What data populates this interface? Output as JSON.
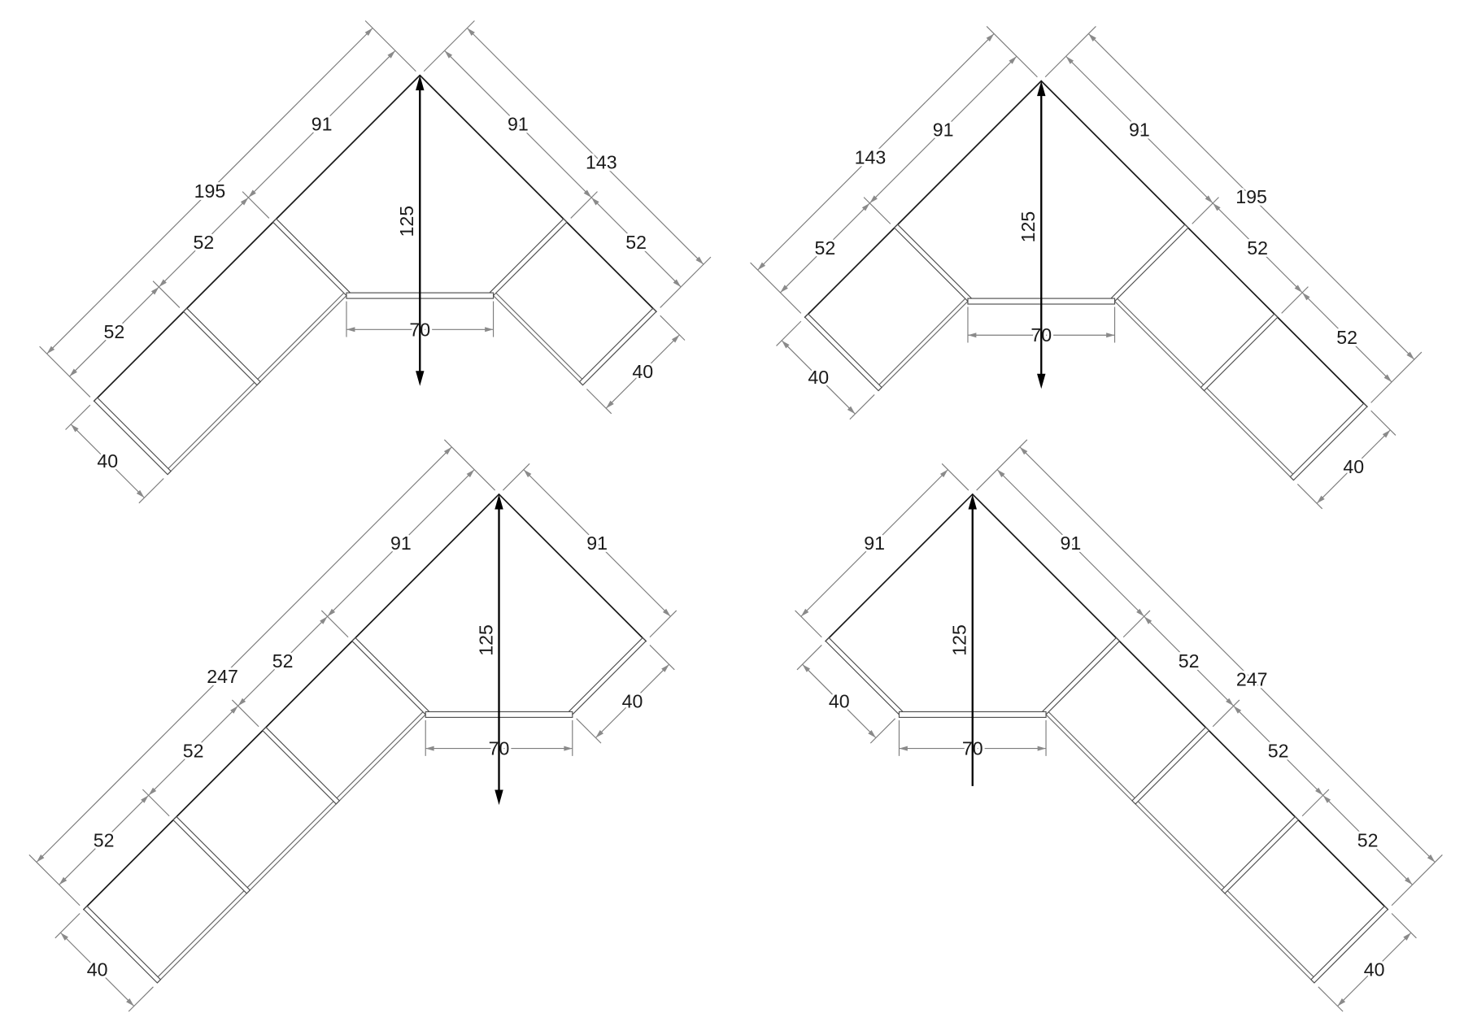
{
  "diagrams": [
    {
      "left": {
        "total": 195,
        "segments": [
          91,
          52,
          52
        ],
        "depth": 40
      },
      "right": {
        "total": 143,
        "segments": [
          91,
          52
        ],
        "depth": 40
      },
      "height": 125,
      "width": 70
    },
    {
      "left": {
        "total": 143,
        "segments": [
          91,
          52
        ],
        "depth": 40
      },
      "right": {
        "total": 195,
        "segments": [
          91,
          52,
          52
        ],
        "depth": 40
      },
      "height": 125,
      "width": 70
    },
    {
      "left": {
        "total": 247,
        "segments": [
          91,
          52,
          52,
          52
        ],
        "depth": 40
      },
      "right": {
        "segments": [
          91
        ],
        "depth": 40
      },
      "height": 125,
      "width": 70
    },
    {
      "left": {
        "segments": [
          91
        ],
        "depth": 40
      },
      "right": {
        "total": 247,
        "segments": [
          91,
          52,
          52,
          52
        ],
        "depth": 40
      },
      "height": 125,
      "width": 70
    }
  ]
}
